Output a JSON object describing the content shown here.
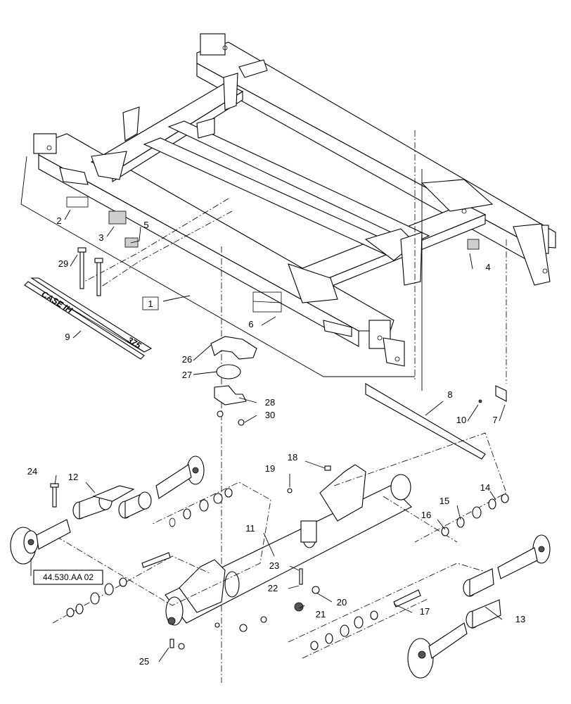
{
  "callouts": {
    "c1": "1",
    "c2": "2",
    "c3": "3",
    "c4": "4",
    "c5": "5",
    "c6": "6",
    "c7": "7",
    "c8": "8",
    "c9": "9",
    "c10": "10",
    "c11": "11",
    "c12": "12",
    "c13": "13",
    "c14": "14",
    "c15": "15",
    "c16": "16",
    "c17": "17",
    "c18": "18",
    "c19": "19",
    "c20": "20",
    "c21": "21",
    "c22": "22",
    "c23": "23",
    "c24": "24",
    "c25": "25",
    "c26": "26",
    "c27": "27",
    "c28": "28",
    "c29": "29",
    "c30": "30"
  },
  "reference": {
    "label": "44.530.AA 02"
  },
  "decal": {
    "brand": "CASE IH",
    "model": "375"
  }
}
